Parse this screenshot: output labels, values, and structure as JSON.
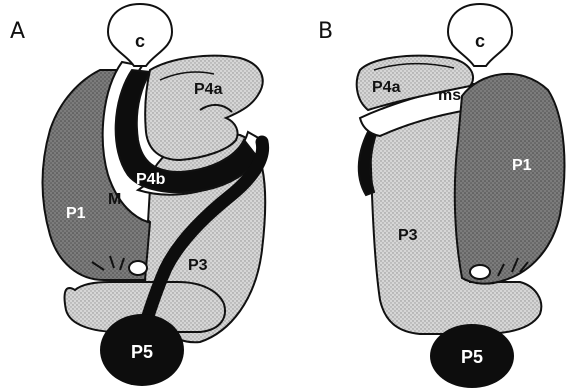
{
  "panels": [
    {
      "letter": "A",
      "labels": {
        "c": "c",
        "p4a": "P4a",
        "p4b": "P4b",
        "m": "M",
        "p1": "P1",
        "p3": "P3",
        "p5": "P5"
      }
    },
    {
      "letter": "B",
      "labels": {
        "c": "c",
        "p4a": "P4a",
        "ms": "ms",
        "p1": "P1",
        "p3": "P3",
        "p5": "P5"
      }
    }
  ],
  "colors": {
    "light_stipple": "#d4d4d4",
    "dark_stipple": "#7a7a7a",
    "black": "#0d0d0d",
    "white": "#ffffff",
    "outline": "#111111"
  }
}
